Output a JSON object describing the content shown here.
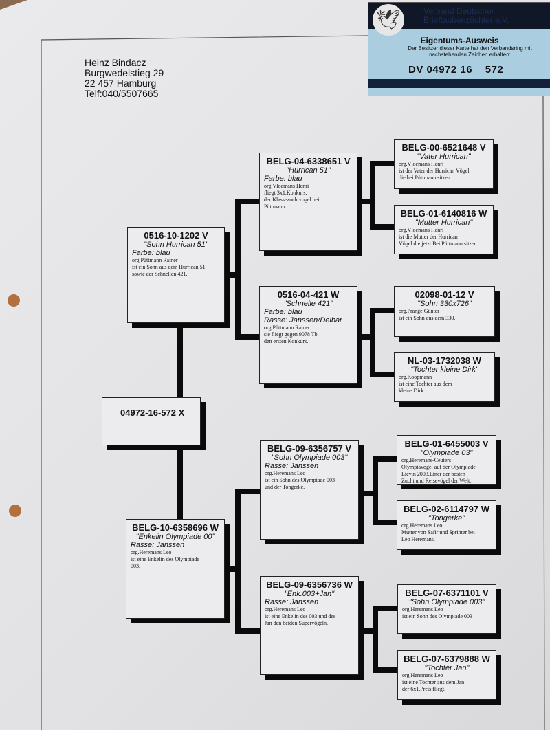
{
  "address": {
    "name": "Heinz Bindacz",
    "street": "Burgwedelstieg 29",
    "city": "22 457 Hamburg",
    "phone": "Telf:040/5507665"
  },
  "card": {
    "org_line1": "Verband Deutscher",
    "org_line2": "Brieftaubenzüchter e.V.",
    "title": "Eigentums-Ausweis",
    "subtitle": "Der Besitzer dieser Karte hat den Verbandsring mit nachstehenden Zeichen erhalten:",
    "number": "DV 04972 16    572"
  },
  "root": {
    "id": "04972-16-572 X"
  },
  "sire": {
    "id": "0516-10-1202 V",
    "name": "\"Sohn Hurrican 51\"",
    "attrs": [
      "Farbe: blau"
    ],
    "notes": [
      "org.Püttmann Rainer",
      "ist ein Sohn aus dem Hurrican 51",
      "sowie der Schnellen 421."
    ]
  },
  "dam": {
    "id": "BELG-10-6358696 W",
    "name": "\"Enkelin Olympiade 00\"",
    "attrs": [
      "Rasse: Janssen"
    ],
    "notes": [
      "org.Heremans Leo",
      "ist eine Enkelin des Olympiade",
      "003."
    ]
  },
  "gen3": [
    {
      "id": "BELG-04-6338651 V",
      "name": "\"Hurrican 51\"",
      "attrs": [
        "Farbe: blau"
      ],
      "notes": [
        "org.Vloemans Henri",
        "fliegt 3x1.Konkurs.",
        "der Klassezuchtvogel bei",
        "Püttmann."
      ]
    },
    {
      "id": "0516-04-421 W",
      "name": "\"Schnelle 421\"",
      "attrs": [
        "Farbe: blau",
        "Rasse: Janssen/Delbar"
      ],
      "notes": [
        "org.Püttmann Rainer",
        "sie fliegt gegen 9078 Tb.",
        "den ersten Konkurs."
      ]
    },
    {
      "id": "BELG-09-6356757 V",
      "name": "\"Sohn Olympiade 003\"",
      "attrs": [
        "Rasse: Janssen"
      ],
      "notes": [
        "org.Heremans Leo",
        "ist ein Sohn des Olympiade 003",
        "und der Tongerke."
      ]
    },
    {
      "id": "BELG-09-6356736 W",
      "name": "\"Enk.003+Jan\"",
      "attrs": [
        "Rasse: Janssen"
      ],
      "notes": [
        "org.Heremans Leo",
        "ist eine Enkelin des 003 und des",
        "Jan den beiden Supervögeln."
      ]
    }
  ],
  "gen4": [
    {
      "id": "BELG-00-6521648 V",
      "name": "\"Vater Hurrican\"",
      "notes": [
        "org.Vloemans Henri",
        "ist der Vater der Hurrican Vögel",
        "die bei Püttmann sitzen."
      ]
    },
    {
      "id": "BELG-01-6140816 W",
      "name": "\"Mutter Hurrican\"",
      "notes": [
        "org.Vloemans Henri",
        "ist die Mutter der Hurrican",
        "Vögel die jetzt Bei Püttmann sitzen."
      ]
    },
    {
      "id": "02098-01-12 V",
      "name": "\"Sohn 330x726\"",
      "notes": [
        "org.Prange Günter",
        "ist ein Sohn aus dem 330."
      ]
    },
    {
      "id": "NL-03-1732038 W",
      "name": "\"Tochter kleine Dirk\"",
      "notes": [
        "org.Koopmann",
        "ist eine Tochter aus dem",
        "kleine Dirk."
      ]
    },
    {
      "id": "BELG-01-6455003 V",
      "name": "\"Olympiade 03\"",
      "notes": [
        "org.Heremans-Ceuters",
        "Olympiavogel auf der Olympiade",
        "Lievin 2003.Einer der besten",
        "Zucht und Reisevögel der Welt."
      ]
    },
    {
      "id": "BELG-02-6114797 W",
      "name": "\"Tongerke\"",
      "notes": [
        "org.Heremans Leo",
        "Mutter von Safir und Sprinter bei",
        "Leo Heremans."
      ]
    },
    {
      "id": "BELG-07-6371101 V",
      "name": "\"Sohn Olympiade 003\"",
      "notes": [
        "org.Heremans Leo",
        "ist ein Sohn des Olympiade 003"
      ]
    },
    {
      "id": "BELG-07-6379888 W",
      "name": "\"Tochter Jan\"",
      "notes": [
        "org.Heremans Leo",
        "ist eine Tochter aus dem Jan",
        "der 6x1.Preis fliegt."
      ]
    }
  ]
}
